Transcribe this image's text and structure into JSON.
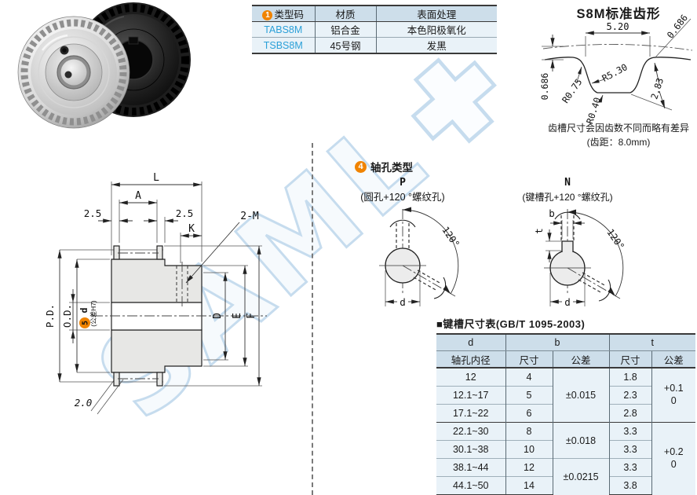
{
  "type_table": {
    "badge": "1",
    "headers": [
      "类型码",
      "材质",
      "表面处理"
    ],
    "rows": [
      {
        "code": "TABS8M",
        "material": "铝合金",
        "finish": "本色阳极氧化"
      },
      {
        "code": "TSBS8M",
        "material": "45号钢",
        "finish": "发黑"
      }
    ]
  },
  "tooth_profile": {
    "title": "S8M标准齿形",
    "dim_pitch_width": "5.20",
    "dim_depth_left": "0.686",
    "dim_depth_right": "0.686",
    "dim_r_shoulder": "R0.75",
    "dim_r_flank": "R5.30",
    "dim_r_root": "R0.40",
    "dim_tooth_height": "2.83",
    "note_line1": "齿槽尺寸会因齿数不同而略有差异",
    "note_line2": "(齿距：8.0mm)"
  },
  "drawing": {
    "dim_L": "L",
    "dim_A": "A",
    "dim_flange_left": "2.5",
    "dim_flange_right": "2.5",
    "dim_K": "K",
    "dim_tap": "2-M",
    "dim_PD": "P.D.",
    "dim_OD": "O.D.",
    "bore_badge": "5",
    "bore_label": "d",
    "bore_tolerance": "(公差H7)",
    "dim_D": "D",
    "dim_E": "E",
    "dim_F": "F",
    "dim_flange_thickness": "2.0"
  },
  "bore_types": {
    "badge": "4",
    "title": "轴孔类型",
    "p": {
      "label": "P",
      "desc": "(圆孔+120 °螺纹孔)",
      "angle": "120°",
      "dim_d": "d"
    },
    "n": {
      "label": "N",
      "desc": "(键槽孔+120 °螺纹孔)",
      "angle": "120°",
      "dim_d": "d",
      "dim_b": "b",
      "dim_t": "t"
    }
  },
  "keyway_table": {
    "title": "■键槽尺寸表(GB/T 1095-2003)",
    "header": {
      "d": "d",
      "d_sub": "轴孔内径",
      "b": "b",
      "t": "t",
      "size1": "尺寸",
      "tol1": "公差",
      "size2": "尺寸",
      "tol2": "公差"
    },
    "rows": [
      {
        "d": "12",
        "b": "4",
        "t": "1.8"
      },
      {
        "d": "12.1~17",
        "b": "5",
        "t": "2.3"
      },
      {
        "d": "17.1~22",
        "b": "6",
        "t": "2.8"
      },
      {
        "d": "22.1~30",
        "b": "8",
        "t": "3.3"
      },
      {
        "d": "30.1~38",
        "b": "10",
        "t": "3.3"
      },
      {
        "d": "38.1~44",
        "b": "12",
        "t": "3.3"
      },
      {
        "d": "44.1~50",
        "b": "14",
        "t": "3.8"
      }
    ],
    "b_tol_group1": "±0.015",
    "b_tol_group2": "±0.018",
    "b_tol_group3": "±0.0215",
    "t_tol_group1_upper": "+0.1",
    "t_tol_group1_lower": "0",
    "t_tol_group2_upper": "+0.2",
    "t_tol_group2_lower": "0"
  },
  "watermark": {
    "text": "SAML"
  },
  "colors": {
    "accent_orange": "#f08300",
    "accent_blue": "#2ba0d8",
    "table_header": "#cddeea",
    "table_row": "#e9f2f8",
    "watermark_blue": "#c6dcee"
  }
}
